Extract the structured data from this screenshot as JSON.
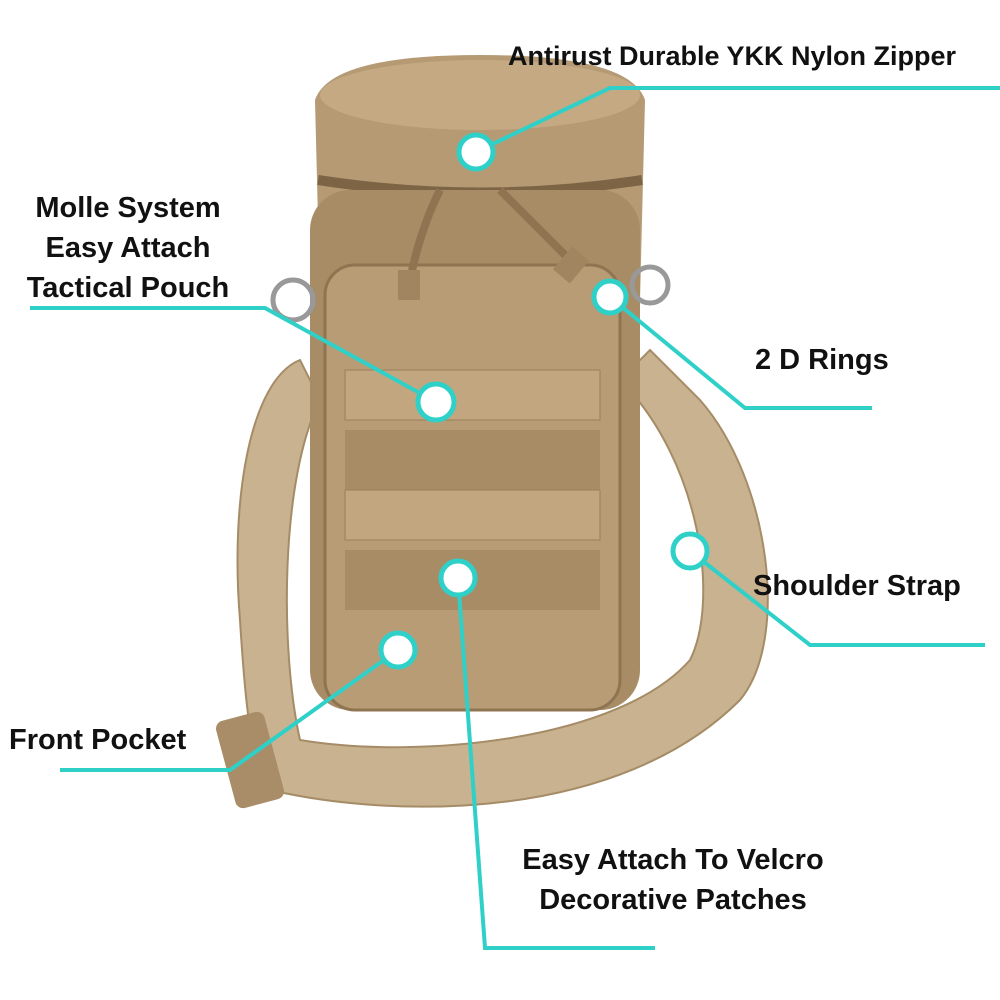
{
  "colors": {
    "callout": "#2fd0c8",
    "bag": "#b59a74",
    "bag_dark": "#8f7452",
    "strap": "#c9b290"
  },
  "labels": {
    "zipper": "Antirust Durable YKK Nylon Zipper",
    "molle": [
      "Molle System",
      "Easy Attach",
      "Tactical Pouch"
    ],
    "d_rings": "2 D Rings",
    "shoulder_strap": "Shoulder Strap",
    "front_pocket": "Front Pocket",
    "velcro": [
      "Easy Attach To Velcro",
      "Decorative Patches"
    ]
  }
}
